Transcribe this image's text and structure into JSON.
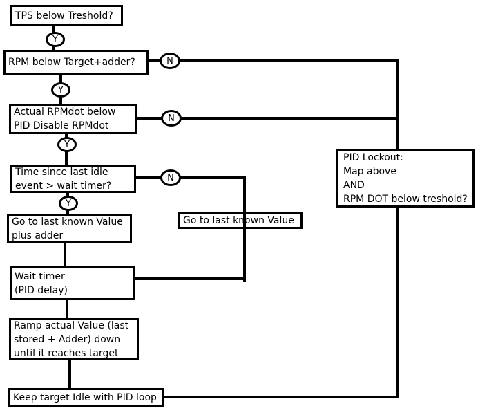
{
  "flowchart": {
    "description": "Idle control PID flowchart",
    "branch": {
      "yes": "Y",
      "no": "N"
    },
    "colors": {
      "line": "#000000",
      "node_border": "#000000",
      "node_fill": "#ffffff",
      "background": "#ffffff"
    },
    "nodes": {
      "tps": {
        "label": "TPS below Treshold?"
      },
      "rpm": {
        "label": "RPM below Target+adder?"
      },
      "rpmdot": {
        "label": "Actual RPMdot below\nPID Disable RPMdot"
      },
      "wait_check": {
        "label": "Time since last idle\nevent > wait timer?"
      },
      "goto_plus_adder": {
        "label": "Go to last known Value\nplus adder"
      },
      "goto_last": {
        "label": "Go to last known Value"
      },
      "wait_timer": {
        "label": "Wait timer\n(PID delay)"
      },
      "ramp": {
        "label": "Ramp actual Value (last\nstored + Adder) down\nuntil it reaches target"
      },
      "keep_target": {
        "label": "Keep target Idle with PID loop"
      },
      "pid_lockout": {
        "label": "PID Lockout:\nMap above\nAND\nRPM DOT below treshold?"
      }
    }
  }
}
